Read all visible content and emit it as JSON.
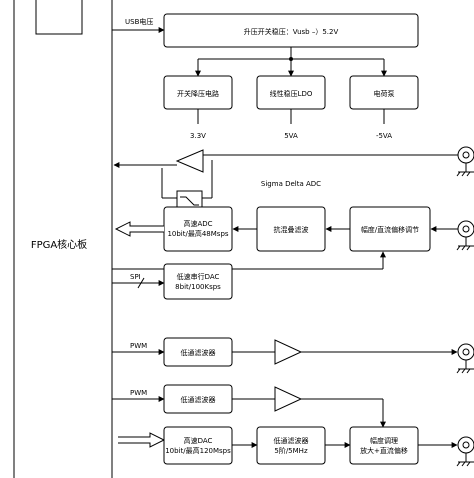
{
  "fpga": {
    "label": "FPGA核心板"
  },
  "power": {
    "usb_label": "USB电压",
    "boost_label": "升压开关稳压：Vusb –）5.2V",
    "rails": [
      {
        "block": "开关降压电路",
        "voltage": "3.3V"
      },
      {
        "block": "线性稳压LDO",
        "voltage": "5VA"
      },
      {
        "block": "电荷泵",
        "voltage": "-5VA"
      }
    ]
  },
  "sigma": {
    "label": "Sigma Delta ADC"
  },
  "adc_chain": {
    "adc_line1": "高速ADC",
    "adc_line2": "10bit/最高48Msps",
    "filter": "抗混叠滤波",
    "amp": "幅度/直流偏移调节"
  },
  "dac_serial": {
    "bus": "SPI",
    "line1": "低速串行DAC",
    "line2": "8bit/100Ksps"
  },
  "pwm1": {
    "bus": "PWM",
    "filter": "低通滤波器"
  },
  "pwm2": {
    "bus": "PWM",
    "filter": "低通滤波器"
  },
  "dac_hs": {
    "dac_line1": "高速DAC",
    "dac_line2": "10bit/最高120Msps",
    "filter_line1": "低通滤波器",
    "filter_line2": "5阶/5MHz",
    "amp_line1": "幅度调理",
    "amp_line2": "放大+直流偏移"
  }
}
